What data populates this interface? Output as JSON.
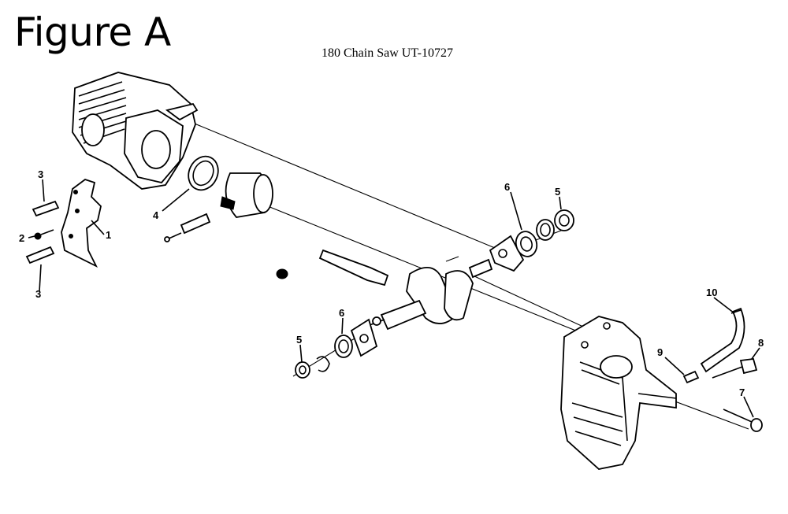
{
  "figure_label": "Figure A",
  "title": "180 Chain Saw UT-10727",
  "callouts": {
    "c1": "1",
    "c2": "2",
    "c3a": "3",
    "c3b": "3",
    "c4": "4",
    "c5a": "5",
    "c5b": "5",
    "c6a": "6",
    "c6b": "6",
    "c7": "7",
    "c8": "8",
    "c9": "9",
    "c10": "10"
  }
}
